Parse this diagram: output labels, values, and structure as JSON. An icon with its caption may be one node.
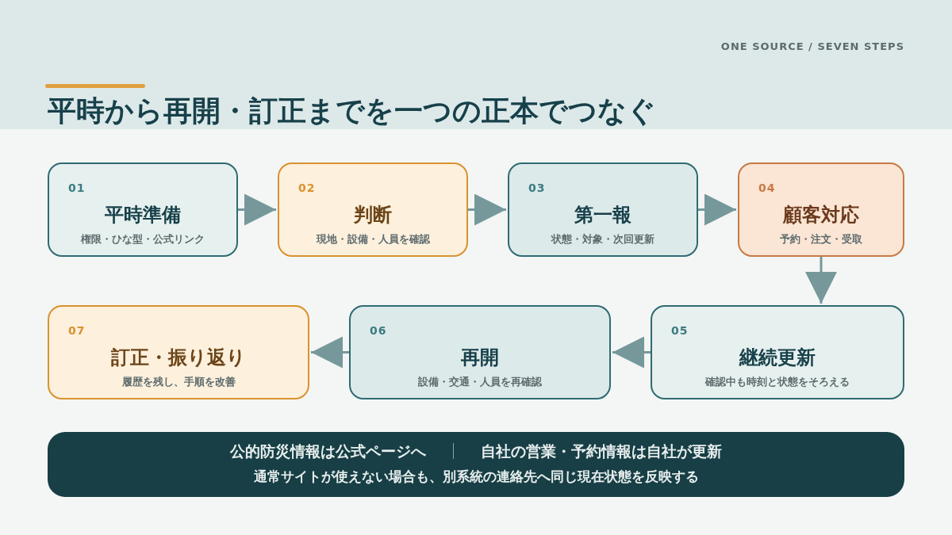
{
  "diagram": {
    "title": "平時から再開・訂正までを一つの正本でつなぐ",
    "nodes": [
      {
        "text": [
          "01",
          "平時準備",
          "権限・ひな型・公式リンク"
        ]
      },
      {
        "text": [
          "02",
          "判断",
          "現地・設備・人員を確認"
        ]
      },
      {
        "text": [
          "03",
          "第一報",
          "状態・対象・次回更新"
        ]
      },
      {
        "text": [
          "04",
          "顧客対応",
          "予約・注文・受取"
        ]
      },
      {
        "text": [
          "05",
          "継続更新",
          "確認中も時刻と状態をそろえる"
        ]
      },
      {
        "text": [
          "06",
          "再開",
          "設備・交通・人員を再確認"
        ]
      },
      {
        "text": [
          "07",
          "訂正・振り返り",
          "履歴を残し、手順を改善"
        ]
      },
      {
        "text": [
          "公的防災情報は公式ページへ",
          "自社の営業・予約情報は自社が更新",
          "通常サイトが使えない場合も、別系統の連絡先へ同じ現在状態を反映する"
        ]
      }
    ],
    "edges": [
      {
        "from": 0,
        "to": 1,
        "arrow": "to"
      },
      {
        "from": 1,
        "to": 2,
        "arrow": "to"
      },
      {
        "from": 2,
        "to": 3,
        "arrow": "to"
      },
      {
        "from": 3,
        "to": 4,
        "arrow": "to"
      },
      {
        "from": 4,
        "to": 5,
        "arrow": "to"
      },
      {
        "from": 5,
        "to": 6,
        "arrow": "to"
      }
    ],
    "labels": [
      "ONE SOURCE / SEVEN STEPS"
    ]
  }
}
